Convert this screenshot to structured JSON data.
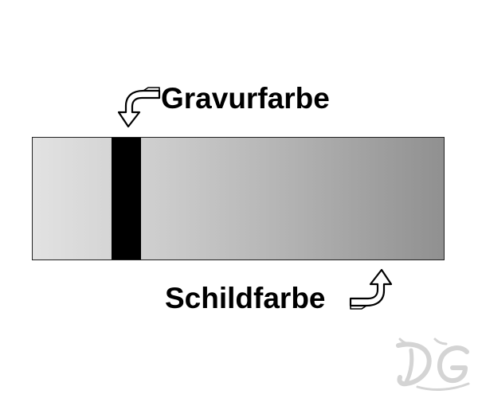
{
  "labels": {
    "engraving_color": "Gravurfarbe",
    "plate_color": "Schildfarbe"
  },
  "colors": {
    "engraving": "#000000",
    "plate_light": "#e2e2e2",
    "plate_dark": "#909090",
    "watermark": "#d4d4d4"
  },
  "icons": {
    "engraving_arrow": "hollow-curved-arrow-down-left",
    "plate_arrow": "hollow-curved-arrow-up-right",
    "watermark": "dg-logo"
  },
  "watermark": {
    "text": "DG"
  }
}
